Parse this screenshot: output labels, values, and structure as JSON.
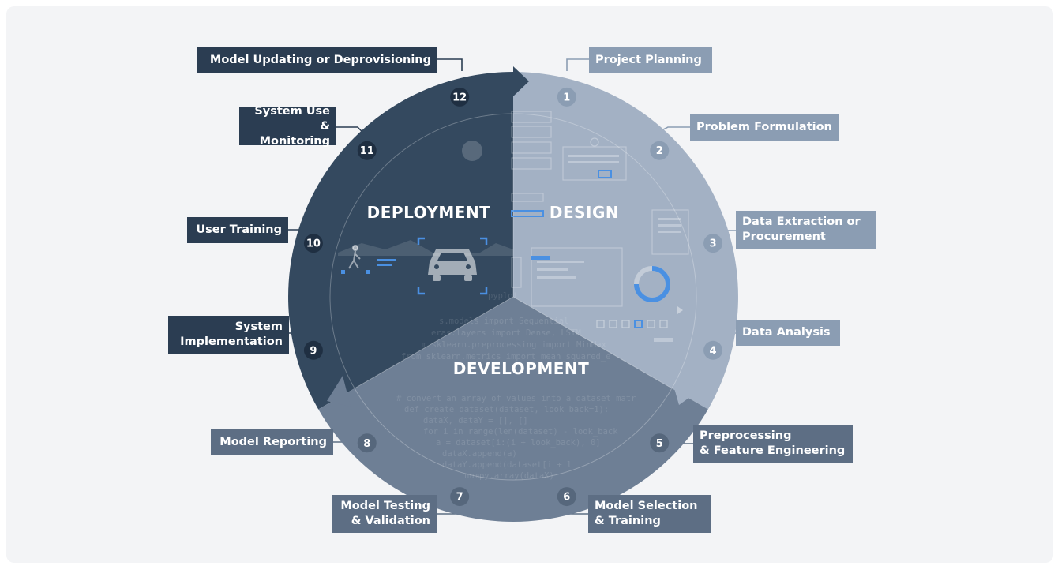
{
  "phases": {
    "deployment": "DEPLOYMENT",
    "design": "DESIGN",
    "development": "DEVELOPMENT"
  },
  "stages": [
    {
      "number": "1",
      "label": "Project Planning",
      "phase": "design"
    },
    {
      "number": "2",
      "label": "Problem Formulation",
      "phase": "design"
    },
    {
      "number": "3",
      "label": "Data Extraction or\nProcurement",
      "phase": "design"
    },
    {
      "number": "4",
      "label": "Data Analysis",
      "phase": "design"
    },
    {
      "number": "5",
      "label": "Preprocessing\n& Feature Engineering",
      "phase": "development"
    },
    {
      "number": "6",
      "label": "Model Selection\n& Training",
      "phase": "development"
    },
    {
      "number": "7",
      "label": "Model Testing\n& Validation",
      "phase": "development"
    },
    {
      "number": "8",
      "label": "Model Reporting",
      "phase": "development"
    },
    {
      "number": "9",
      "label": "System\nImplementation",
      "phase": "deployment"
    },
    {
      "number": "10",
      "label": "User Training",
      "phase": "deployment"
    },
    {
      "number": "11",
      "label": "System Use\n& Monitoring",
      "phase": "deployment"
    },
    {
      "number": "12",
      "label": "Model Updating or Deprovisioning",
      "phase": "deployment"
    }
  ],
  "code_lines": [
    "pyplot",
    "s.models import Sequential",
    "eras.layers import Dense, LSTM",
    "m sklearn.preprocessing import MinMax",
    "from sklearn.metrics import mean_squared_e",
    "# convert an array of values into a dataset matr",
    "def create_dataset(dataset, look_back=1):",
    "dataX, dataY = [], []",
    "for i in range(len(dataset) - look_back",
    "a = dataset[i:(i + look_back), 0]",
    "dataX.append(a)",
    "dataY.append(dataset[i + l",
    "numpy.array(dataX)"
  ],
  "colors": {
    "deployment": "#34495f",
    "design": "#a3b1c4",
    "development": "#6e7f95",
    "number_badge": "#2b3d52",
    "background": "#f3f4f6",
    "accent": "#4a90e2"
  },
  "icons": [
    "car-icon",
    "pedestrian-icon",
    "donut-chart-icon",
    "form-wireframe-icon",
    "document-icon"
  ]
}
